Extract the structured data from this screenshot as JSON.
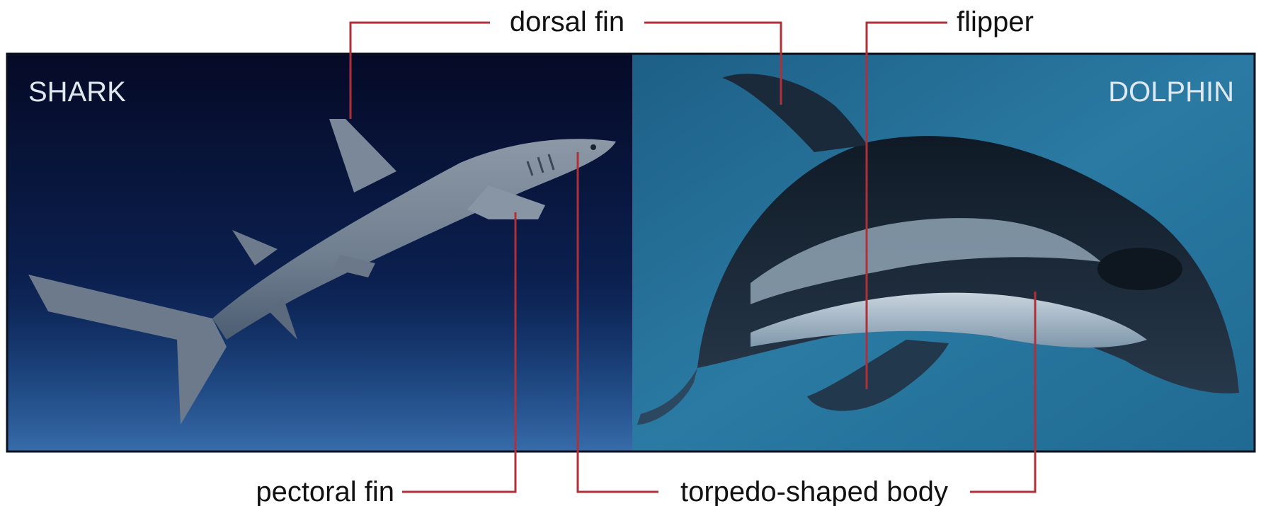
{
  "panels": {
    "left": {
      "title": "SHARK",
      "image_subject": "shark-photo"
    },
    "right": {
      "title": "DOLPHIN",
      "image_subject": "dolphin-photo"
    }
  },
  "labels": {
    "dorsal_fin": "dorsal fin",
    "flipper": "flipper",
    "pectoral_fin": "pectoral fin",
    "torpedo_body": "torpedo-shaped body"
  },
  "colors": {
    "leader_line": "#b0303a",
    "shark_water": "#0b1a3e",
    "dolphin_water": "#1f6c93"
  }
}
